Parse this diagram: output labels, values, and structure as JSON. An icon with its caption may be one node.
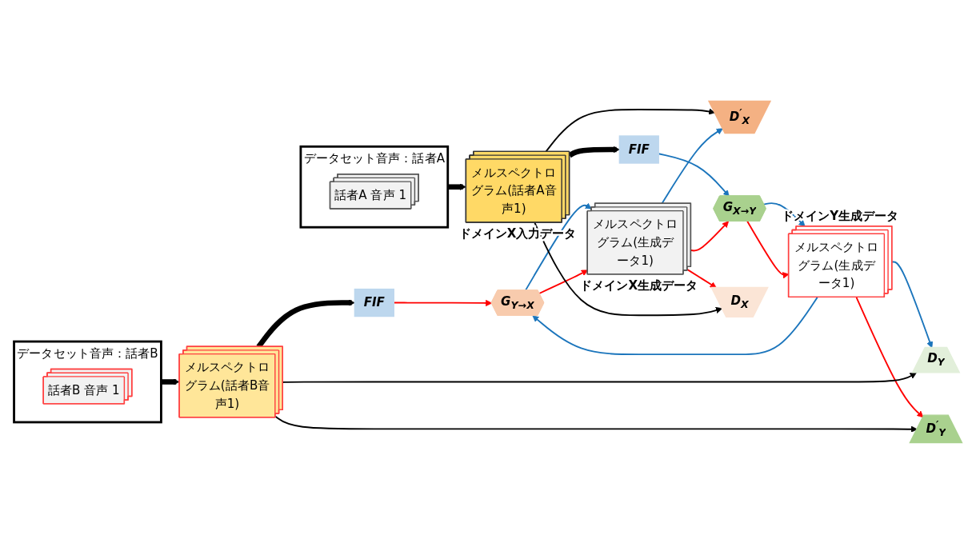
{
  "diagram": {
    "nodes": [
      {
        "text": [
          "データセット音声：話者A"
        ]
      },
      {
        "text": [
          "話者A 音声 1"
        ],
        "in": 0
      },
      {
        "text": [
          "D$^{′}$$_{X}$"
        ]
      },
      {
        "text": [
          "メルスペクトログラム(話者A音声1)"
        ],
        "beside": [
          "ドメインX入力データ"
        ]
      },
      {
        "text": [
          "FIF"
        ]
      },
      {
        "text": [
          "G$_{X→Y}$"
        ]
      },
      {
        "text": [
          "メルスペクトログラム(生成データ1)"
        ],
        "beside": [
          "ドメインY生成データ"
        ]
      },
      {
        "text": [
          "D$_{Y}$"
        ]
      },
      {
        "text": [
          "D$_{X}$"
        ]
      },
      {
        "text": [
          "メルスペクトログラム(生成データ1)"
        ],
        "beside": [
          "ドメインX生成データ"
        ]
      },
      {
        "text": [
          "G$_{Y→X}$"
        ]
      },
      {
        "text": [
          "FIF"
        ]
      },
      {
        "text": [
          "メルスペクトログラム(話者B音声1)"
        ]
      },
      {
        "text": [
          "D$^{′}$$_{Y}$"
        ]
      },
      {
        "text": [
          "データセット音声：話者B"
        ]
      },
      {
        "text": [
          "話者B 音声 1"
        ],
        "in": 14
      }
    ],
    "edges": [
      {
        "from": 0,
        "to": 3,
        "arrow": "to",
        "style": "thick"
      },
      {
        "from": 3,
        "to": 2,
        "arrow": "to"
      },
      {
        "from": 3,
        "to": 4,
        "arrow": "to",
        "style": "thick"
      },
      {
        "from": 4,
        "to": 5,
        "arrow": "to",
        "color": "#1b75bc"
      },
      {
        "from": 5,
        "to": 6,
        "arrow": "to",
        "color": "#1b75bc"
      },
      {
        "from": 5,
        "to": 6,
        "arrow": "to",
        "color": "#ff0000"
      },
      {
        "from": 6,
        "to": 7,
        "arrow": "to",
        "color": "#1b75bc"
      },
      {
        "from": 6,
        "to": 10,
        "arrow": "to",
        "color": "#1b75bc"
      },
      {
        "from": 6,
        "to": 13,
        "arrow": "to",
        "color": "#ff0000"
      },
      {
        "from": 12,
        "to": 7,
        "arrow": "to"
      },
      {
        "from": 12,
        "to": 13,
        "arrow": "to"
      },
      {
        "from": 14,
        "to": 12,
        "arrow": "to",
        "style": "thick"
      },
      {
        "from": 12,
        "to": 11,
        "arrow": "to",
        "style": "thick"
      },
      {
        "from": 11,
        "to": 10,
        "arrow": "to",
        "color": "#ff0000"
      },
      {
        "from": 10,
        "to": 9,
        "arrow": "to",
        "color": "#1b75bc"
      },
      {
        "from": 10,
        "to": 9,
        "arrow": "to",
        "color": "#ff0000"
      },
      {
        "from": 9,
        "to": 8,
        "arrow": "to",
        "color": "#ff0000"
      },
      {
        "from": 9,
        "to": 2,
        "arrow": "to",
        "color": "#1b75bc"
      },
      {
        "from": 9,
        "to": 5,
        "arrow": "to",
        "color": "#ff0000"
      },
      {
        "from": 3,
        "to": 8,
        "arrow": "to"
      }
    ]
  }
}
